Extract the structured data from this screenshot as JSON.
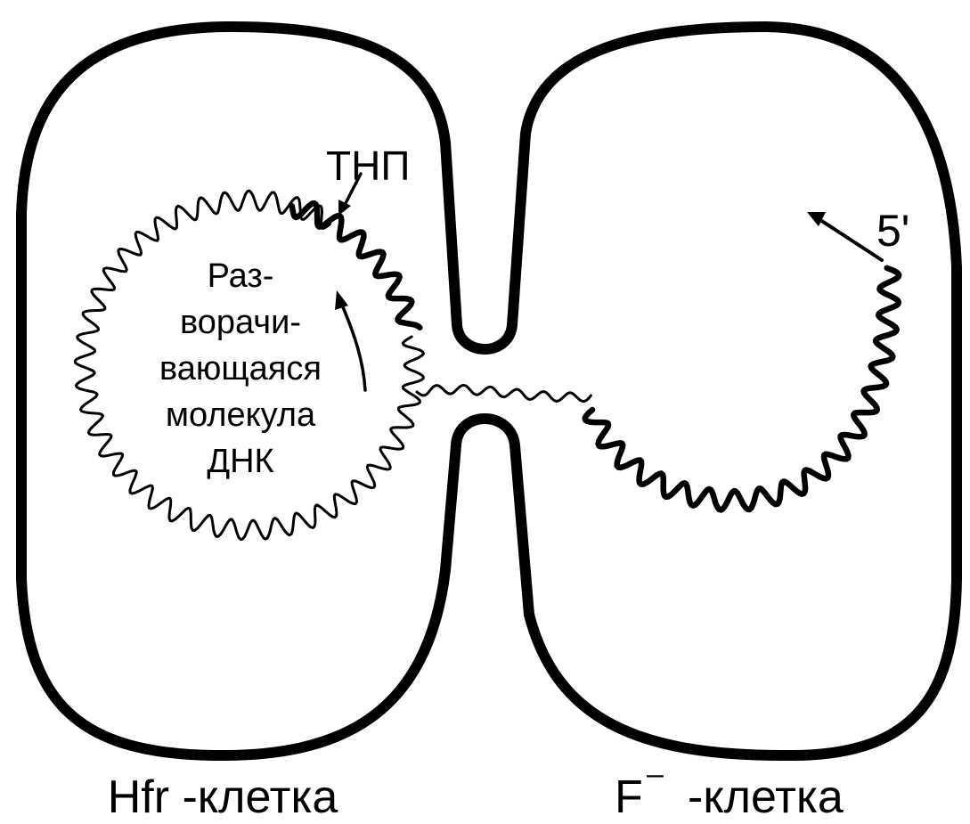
{
  "labels": {
    "tnp": "ТНП",
    "five_prime": "5'",
    "unwinding_lines": [
      "Раз-",
      "ворачи-",
      "вающаяся",
      "молекула",
      "ДНК"
    ],
    "hfr_cell": "Hfr -клетка",
    "f_minus_cell": {
      "letter": "F",
      "sup": "–",
      "suffix": "-клетка"
    }
  },
  "colors": {
    "ink": "#000000",
    "background": "#ffffff"
  }
}
